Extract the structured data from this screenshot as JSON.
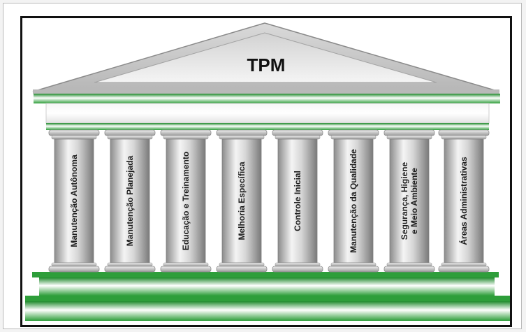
{
  "title": "TPM",
  "pillars": [
    {
      "lines": [
        "Manutenção Autônoma"
      ]
    },
    {
      "lines": [
        "Manutenção Planejada"
      ]
    },
    {
      "lines": [
        "Educação e Treinamento"
      ]
    },
    {
      "lines": [
        "Melhoria Específica"
      ]
    },
    {
      "lines": [
        "Controle Inicial"
      ]
    },
    {
      "lines": [
        "Manutenção da Qualidade"
      ]
    },
    {
      "lines": [
        "Segurança, Higiene",
        "e Meio Ambiente"
      ]
    },
    {
      "lines": [
        "Áreas Administrativas"
      ]
    }
  ],
  "colors": {
    "accent_green": "#2e9e3a",
    "stone_light": "#f2f2f2",
    "stone_dark": "#8e8e8e",
    "border": "#111111"
  }
}
